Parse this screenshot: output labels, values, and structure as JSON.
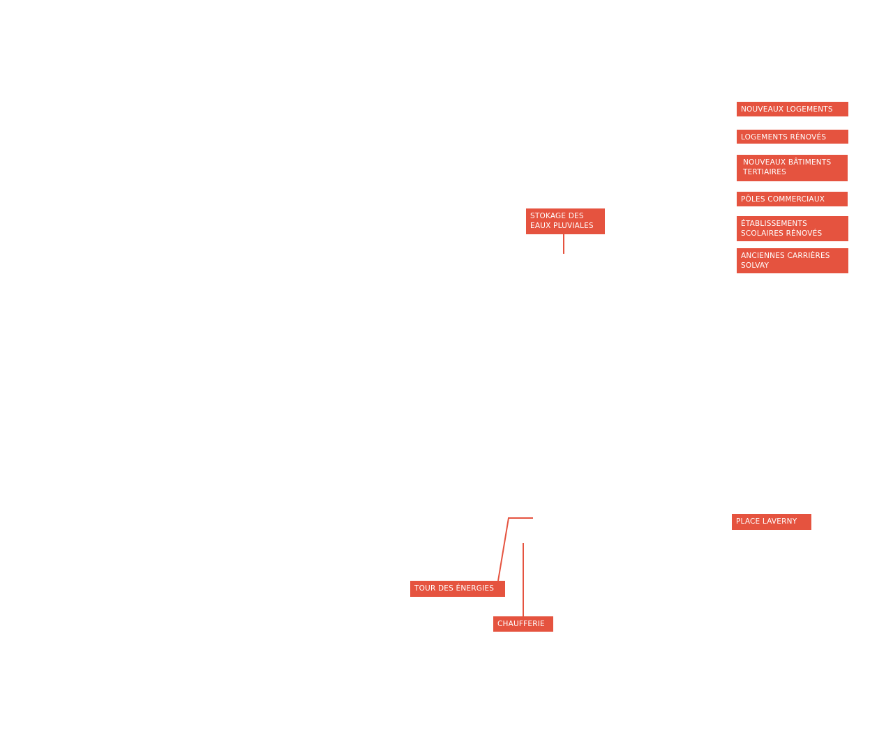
{
  "theme": {
    "label_color": "#E5533F",
    "text_color": "#FFFFFF",
    "background": "#FFFFFF"
  },
  "legend": {
    "nouveaux_logements": "NOUVEAUX LOGEMENTS",
    "logements_renoves": "LOGEMENTS RÉNOVÉS",
    "nouveaux_batiments_tertiaires": {
      "line1": "NOUVEAUX BÂTIMENTS",
      "line2": "TERTIAIRES"
    },
    "poles_commerciaux": "PÔLES COMMERCIAUX",
    "etablissements_scolaires": {
      "line1": "ÉTABLISSEMENTS",
      "line2": "SCOLAIRES RÉNOVÉS"
    },
    "anciennes_carrieres": {
      "line1": "ANCIENNES CARRIÈRES",
      "line2": "SOLVAY"
    }
  },
  "callouts": {
    "stockage_eaux": {
      "line1": "STOKAGE DES",
      "line2": "EAUX PLUVIALES"
    },
    "place_laverny": "PLACE LAVERNY",
    "tour_des_energies": "TOUR DES ÉNERGIES",
    "chaufferie": "CHAUFFERIE"
  }
}
